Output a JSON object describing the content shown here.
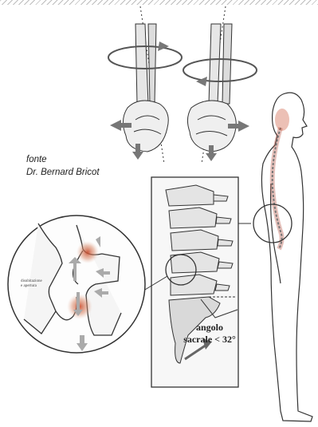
{
  "source": {
    "line1": "fonte",
    "line2": "Dr. Bernard Bricot"
  },
  "figure": {
    "angle_label_line1": "angolo",
    "angle_label_line2": "sacrale < 32°"
  },
  "detail": {
    "tiny_label_1": "disubitazione",
    "tiny_label_2": "e apertura"
  },
  "icons": [
    "feet-rotation-illustration",
    "lumbar-spine-illustration",
    "standing-figure-icon",
    "magnifier-circle"
  ]
}
